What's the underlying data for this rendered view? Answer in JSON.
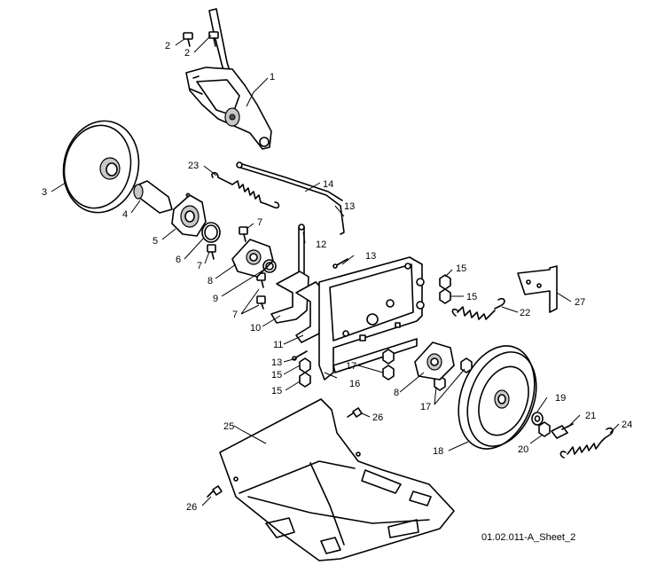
{
  "drawing_id": "01.02.011-A_Sheet_2",
  "callouts": [
    {
      "label": "1"
    },
    {
      "label": "2"
    },
    {
      "label": "2"
    },
    {
      "label": "3"
    },
    {
      "label": "4"
    },
    {
      "label": "5"
    },
    {
      "label": "6"
    },
    {
      "label": "7"
    },
    {
      "label": "7"
    },
    {
      "label": "7"
    },
    {
      "label": "8"
    },
    {
      "label": "8"
    },
    {
      "label": "9"
    },
    {
      "label": "10"
    },
    {
      "label": "11"
    },
    {
      "label": "12"
    },
    {
      "label": "13"
    },
    {
      "label": "13"
    },
    {
      "label": "13"
    },
    {
      "label": "14"
    },
    {
      "label": "15"
    },
    {
      "label": "15"
    },
    {
      "label": "15"
    },
    {
      "label": "15"
    },
    {
      "label": "16"
    },
    {
      "label": "17"
    },
    {
      "label": "17"
    },
    {
      "label": "18"
    },
    {
      "label": "19"
    },
    {
      "label": "20"
    },
    {
      "label": "21"
    },
    {
      "label": "22"
    },
    {
      "label": "23"
    },
    {
      "label": "24"
    },
    {
      "label": "25"
    },
    {
      "label": "26"
    },
    {
      "label": "26"
    },
    {
      "label": "27"
    }
  ]
}
